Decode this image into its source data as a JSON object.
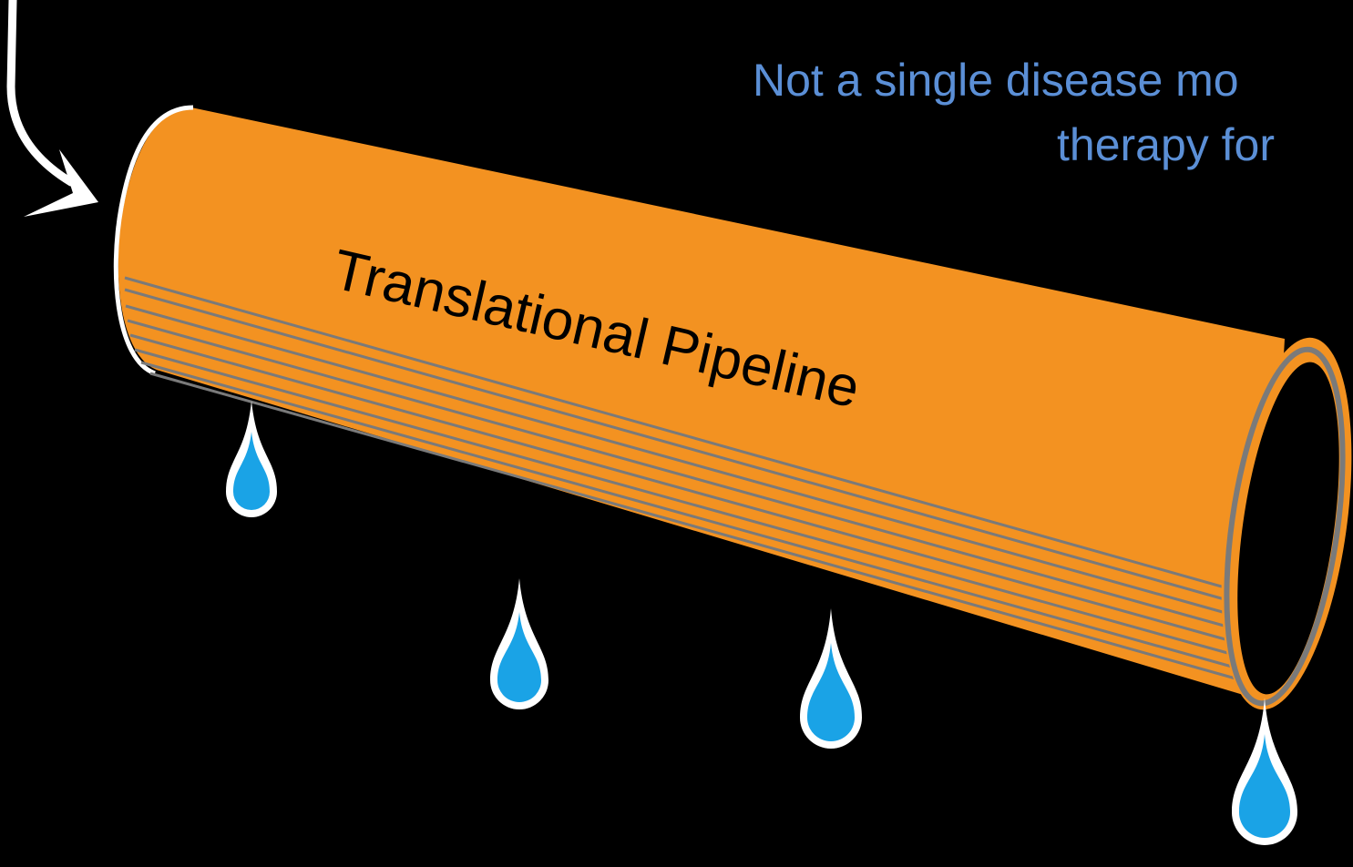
{
  "pipe_label": "Translational Pipeline",
  "caption": {
    "line1": "Not a single disease mo",
    "line2": "therapy for"
  },
  "colors": {
    "background": "#000000",
    "pipe_orange": "#F39221",
    "pipe_lines": "#7A7A7A",
    "drop_blue": "#1AA3E6",
    "caption_blue": "#5B8FD6",
    "arrow_white": "#FFFFFF"
  },
  "icons": {
    "arrow": "curved-down-arrow-icon",
    "drop": "water-drop-icon"
  }
}
